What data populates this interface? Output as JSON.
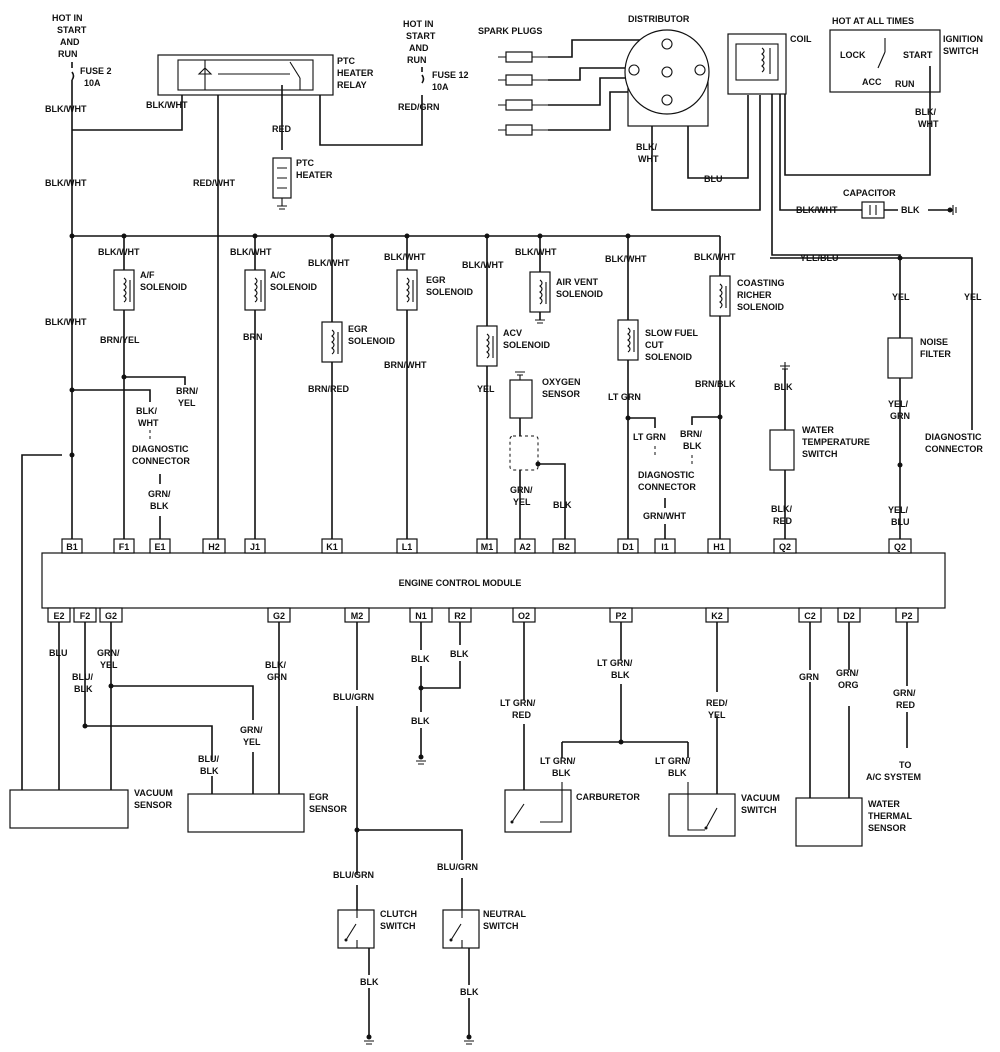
{
  "hot_start_run_1": [
    "HOT IN",
    "START",
    "AND",
    "RUN"
  ],
  "fuse2": [
    "FUSE 2",
    "10A"
  ],
  "hot_start_run_2": [
    "HOT IN",
    "START",
    "AND",
    "RUN"
  ],
  "fuse12": [
    "FUSE 12",
    "10A"
  ],
  "ptc_relay": [
    "PTC",
    "HEATER",
    "RELAY"
  ],
  "ptc_heater": [
    "PTC",
    "HEATER"
  ],
  "spark_plugs": "SPARK PLUGS",
  "distributor": "DISTRIBUTOR",
  "coil": "COIL",
  "hot_all_times": "HOT AT ALL TIMES",
  "ignition_switch": [
    "IGNITION",
    "SWITCH"
  ],
  "ign_positions": {
    "lock": "LOCK",
    "start": "START",
    "acc": "ACC",
    "run": "RUN"
  },
  "capacitor": "CAPACITOR",
  "ecm": "ENGINE CONTROL MODULE",
  "components": {
    "af_solenoid": [
      "A/F",
      "SOLENOID"
    ],
    "ac_solenoid": [
      "A/C",
      "SOLENOID"
    ],
    "egr_solenoid_1": [
      "EGR",
      "SOLENOID"
    ],
    "egr_solenoid_2": [
      "EGR",
      "SOLENOID"
    ],
    "air_vent": [
      "AIR VENT",
      "SOLENOID"
    ],
    "acv": [
      "ACV",
      "SOLENOID"
    ],
    "slow_fuel": [
      "SLOW FUEL",
      "CUT",
      "SOLENOID"
    ],
    "coasting": [
      "COASTING",
      "RICHER",
      "SOLENOID"
    ],
    "oxygen": [
      "OXYGEN",
      "SENSOR"
    ],
    "diag_conn_1": [
      "DIAGNOSTIC",
      "CONNECTOR"
    ],
    "diag_conn_2": [
      "DIAGNOSTIC",
      "CONNECTOR"
    ],
    "diag_conn_3": [
      "DIAGNOSTIC",
      "CONNECTOR"
    ],
    "water_temp": [
      "WATER",
      "TEMPERATURE",
      "SWITCH"
    ],
    "noise_filter": [
      "NOISE",
      "FILTER"
    ],
    "vacuum_sensor": [
      "VACUUM",
      "SENSOR"
    ],
    "egr_sensor": [
      "EGR",
      "SENSOR"
    ],
    "carburetor": "CARBURETOR",
    "vacuum_switch": [
      "VACUUM",
      "SWITCH"
    ],
    "water_thermal": [
      "WATER",
      "THERMAL",
      "SENSOR"
    ],
    "ac_system": [
      "TO",
      "A/C SYSTEM"
    ],
    "clutch_switch": [
      "CLUTCH",
      "SWITCH"
    ],
    "neutral_switch": [
      "NEUTRAL",
      "SWITCH"
    ]
  },
  "top_pins": [
    "B1",
    "F1",
    "E1",
    "H2",
    "J1",
    "K1",
    "L1",
    "M1",
    "A2",
    "B2",
    "D1",
    "I1",
    "H1",
    "Q2",
    "Q2"
  ],
  "bottom_pins": [
    "E2",
    "F2",
    "G2",
    "G2",
    "M2",
    "N1",
    "R2",
    "O2",
    "P2",
    "K2",
    "C2",
    "D2",
    "P2"
  ],
  "wire_labels": {
    "blk_wht": "BLK/WHT",
    "red_wht": "RED/WHT",
    "red": "RED",
    "red_grn": "RED/GRN",
    "blk_wht_split": [
      "BLK/",
      "WHT"
    ],
    "blu": "BLU",
    "blk": "BLK",
    "yel_blu": "YEL/BLU",
    "yel": "YEL",
    "brn_yel": "BRN/YEL",
    "brn_yel_split": [
      "BRN/",
      "YEL"
    ],
    "brn": "BRN",
    "brn_red": "BRN/RED",
    "brn_wht": "BRN/WHT",
    "brn_blk": "BRN/BLK",
    "brn_blk_split": [
      "BRN/",
      "BLK"
    ],
    "lt_grn": "LT GRN",
    "grn_blk_split": [
      "GRN/",
      "BLK"
    ],
    "grn_yel_split": [
      "GRN/",
      "YEL"
    ],
    "grn_wht": "GRN/WHT",
    "blk_red_split": [
      "BLK/",
      "RED"
    ],
    "yel_grn_split": [
      "YEL/",
      "GRN"
    ],
    "yel_blu_split": [
      "YEL/",
      "BLU"
    ],
    "blu_blk_split": [
      "BLU/",
      "BLK"
    ],
    "blk_grn_split": [
      "BLK/",
      "GRN"
    ],
    "blu_grn": "BLU/GRN",
    "lt_grn_red_split": [
      "LT GRN/",
      "RED"
    ],
    "lt_grn_blk_split": [
      "LT GRN/",
      "BLK"
    ],
    "red_yel_split": [
      "RED/",
      "YEL"
    ],
    "grn": "GRN",
    "grn_org_split": [
      "GRN/",
      "ORG"
    ],
    "grn_red_split": [
      "GRN/",
      "RED"
    ]
  }
}
